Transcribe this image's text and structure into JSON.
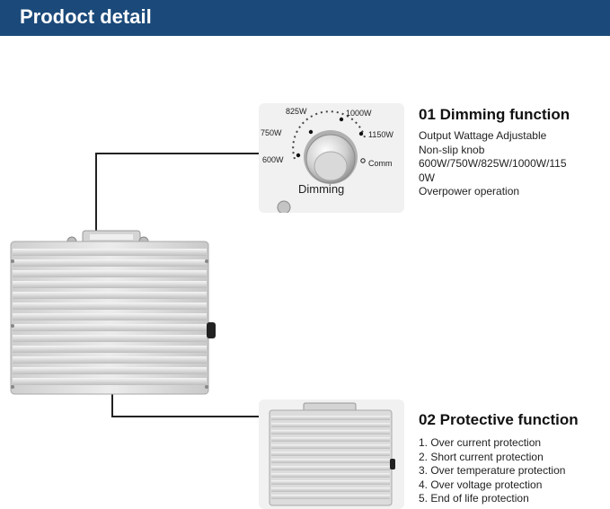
{
  "header": {
    "title": "Prodoct detail",
    "color": "#1b4a7a"
  },
  "dimming": {
    "heading": "01 Dimming function",
    "lines": [
      "Output Wattage Adjustable",
      "Non-slip knob",
      "600W/750W/825W/1000W/115",
      "0W",
      "Overpower operation"
    ],
    "knob_labels": {
      "w825": "825W",
      "w1000": "1000W",
      "w750": "750W",
      "w1150": "1150W",
      "w600": "600W",
      "comm": "Comm",
      "dimming": "Dimming"
    }
  },
  "protective": {
    "heading": "02 Protective function",
    "lines": [
      "1. Over current protection",
      "2. Short current protection",
      "3. Over temperature protection",
      "4. Over voltage protection",
      "5. End of life protection"
    ]
  }
}
